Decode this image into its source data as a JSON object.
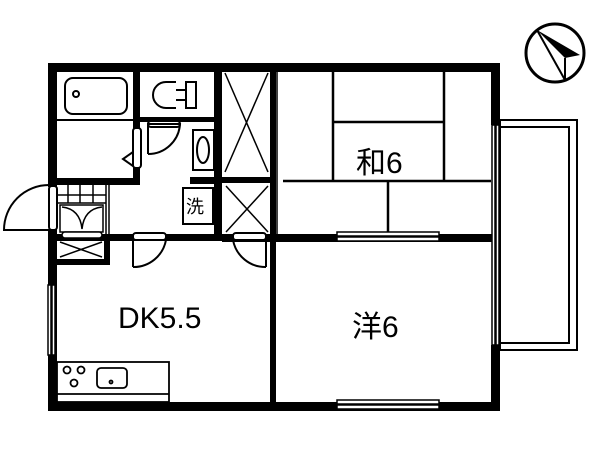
{
  "floor_plan": {
    "rooms": [
      {
        "id": "washitsu",
        "label": "和6",
        "type": "japanese-room",
        "size_jo": 6
      },
      {
        "id": "youshitsu",
        "label": "洋6",
        "type": "western-room",
        "size_jo": 6
      },
      {
        "id": "dining-kitchen",
        "label": "DK5.5",
        "type": "dining-kitchen",
        "size_jo": 5.5
      },
      {
        "id": "bathroom",
        "label": "",
        "type": "bath"
      },
      {
        "id": "toilet",
        "label": "",
        "type": "toilet"
      },
      {
        "id": "entrance",
        "label": "",
        "type": "entrance"
      },
      {
        "id": "balcony",
        "label": "",
        "type": "balcony"
      }
    ],
    "fixtures": {
      "washer_label": "洗"
    },
    "compass": {
      "icon": "north-arrow-icon",
      "direction": "north-west"
    },
    "colors": {
      "wall": "#000000",
      "background": "#ffffff"
    }
  }
}
